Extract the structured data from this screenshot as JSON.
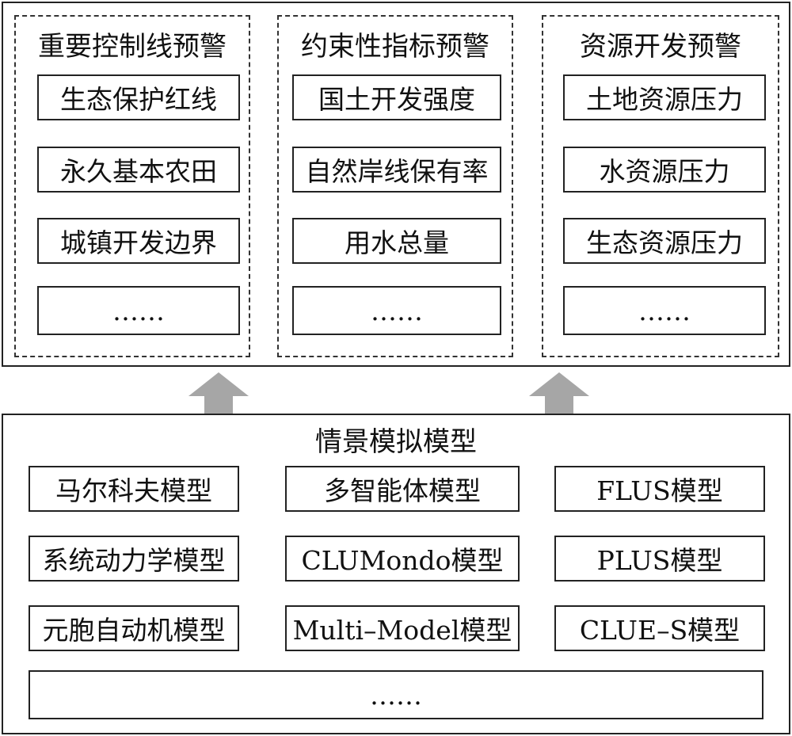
{
  "warning_panel": {
    "groups": [
      {
        "title": "重要控制线预警",
        "items": [
          "生态保护红线",
          "永久基本农田",
          "城镇开发边界",
          "……"
        ]
      },
      {
        "title": "约束性指标预警",
        "items": [
          "国土开发强度",
          "自然岸线保有率",
          "用水总量",
          "……"
        ]
      },
      {
        "title": "资源开发预警",
        "items": [
          "土地资源压力",
          "水资源压力",
          "生态资源压力",
          "……"
        ]
      }
    ]
  },
  "arrow_color": "#a6a6a6",
  "scenario_panel": {
    "title": "情景模拟模型",
    "rows": [
      [
        "马尔科夫模型",
        "多智能体模型",
        "FLUS模型"
      ],
      [
        "系统动力学模型",
        "CLUMondo模型",
        "PLUS模型"
      ],
      [
        "元胞自动机模型",
        "Multi–Model模型",
        "CLUE–S模型"
      ]
    ],
    "more": "……"
  }
}
